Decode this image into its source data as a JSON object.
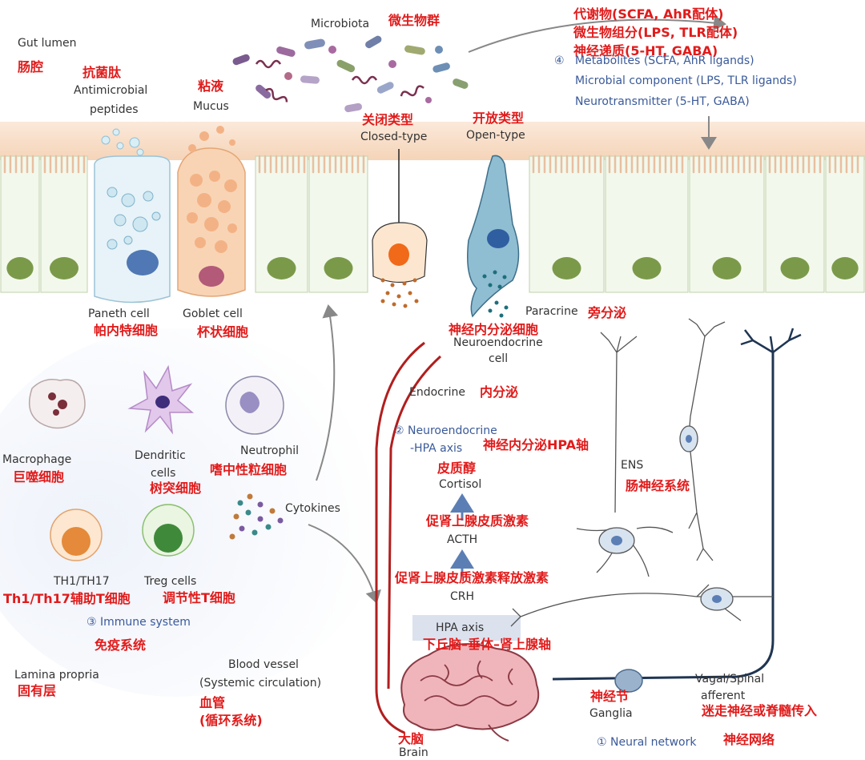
{
  "colors": {
    "label_cn": "#e11b1b",
    "label_en": "#333333",
    "label_blue": "#3a5a9a",
    "lumen_band": "#f7dcc4",
    "endocrine_line": "#b21e1e",
    "nerve": "#1f3552",
    "arrow_gray": "#888888"
  },
  "lumen": {
    "title_en": "Gut lumen",
    "title_cn": "肠腔"
  },
  "microbiota": {
    "en": "Microbiota",
    "cn": "微生物群"
  },
  "amp": {
    "en1": "Antimicrobial",
    "en2": "peptides",
    "cn": "抗菌肽"
  },
  "mucus": {
    "en": "Mucus",
    "cn": "粘液"
  },
  "closed_type": {
    "en": "Closed-type",
    "cn": "关闭类型"
  },
  "open_type": {
    "en": "Open-type",
    "cn": "开放类型"
  },
  "signals_cn": [
    "代谢物(SCFA, AhR配体)",
    "微生物组分(LPS, TLR配体)",
    "神经递质(5-HT, GABA)"
  ],
  "signals_en": {
    "num": "④",
    "items": [
      "Metabolites (SCFA, AhR ligands)",
      "Microbial component (LPS, TLR ligands)",
      "Neurotransmitter (5-HT, GABA)"
    ]
  },
  "paneth": {
    "en": "Paneth cell",
    "cn": "帕内特细胞"
  },
  "goblet": {
    "en": "Goblet cell",
    "cn": "杯状细胞"
  },
  "paracrine": {
    "en": "Paracrine",
    "cn": "旁分泌"
  },
  "neuroendocrine_cell": {
    "cn": "神经内分泌细胞",
    "en1": "Neuroendocrine",
    "en2": "cell"
  },
  "endocrine": {
    "en": "Endocrine",
    "cn": "内分泌"
  },
  "hpa_pathway": {
    "title1": "② Neuroendocrine",
    "title2": "-HPA axis",
    "title_cn": "神经内分泌HPA轴",
    "cortisol_cn": "皮质醇",
    "cortisol_en": "Cortisol",
    "acth_cn": "促肾上腺皮质激素",
    "acth_en": "ACTH",
    "crh_cn": "促肾上腺皮质激素释放激素",
    "crh_en": "CRH",
    "axis_en": "HPA axis",
    "axis_cn": "下丘脑–垂体–肾上腺轴"
  },
  "ens": {
    "en": "ENS",
    "cn": "肠神经系统"
  },
  "immune": {
    "macrophage_en": "Macrophage",
    "macrophage_cn": "巨噬细胞",
    "dendritic_en1": "Dendritic",
    "dendritic_en2": "cells",
    "dendritic_cn": "树突细胞",
    "neutrophil_en": "Neutrophil",
    "neutrophil_cn": "嗜中性粒细胞",
    "cytokines_en": "Cytokines",
    "th_en": "TH1/TH17",
    "th_cn": "Th1/Th17辅助T细胞",
    "treg_en": "Treg cells",
    "treg_cn": "调节性T细胞",
    "system_en": "③ Immune system",
    "system_cn": "免疫系统"
  },
  "lamina": {
    "en": "Lamina propria",
    "cn": "固有层"
  },
  "blood": {
    "en1": "Blood vessel",
    "en2": "(Systemic circulation)",
    "cn1": "血管",
    "cn2": "(循环系统)"
  },
  "brain": {
    "cn": "大脑",
    "en": "Brain"
  },
  "ganglia": {
    "cn": "神经节",
    "en": "Ganglia"
  },
  "vagal": {
    "en1": "Vagal/Spinal",
    "en2": "afferent",
    "cn": "迷走神经或脊髓传入"
  },
  "neural": {
    "en": "① Neural network",
    "cn": "神经网络"
  }
}
